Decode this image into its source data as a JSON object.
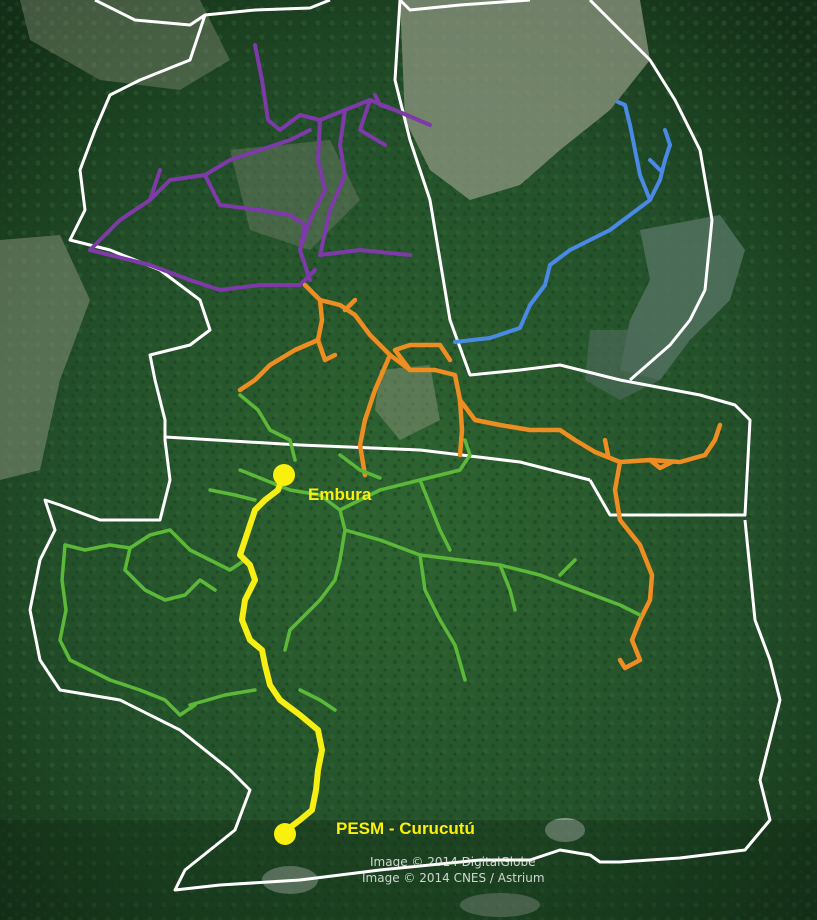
{
  "map": {
    "places": [
      {
        "id": "embura",
        "label": "Embura"
      },
      {
        "id": "pesm-curucutu",
        "label": "PESM - Curucutú"
      }
    ],
    "attribution": [
      "Image © 2014 DigitalGlobe",
      "Image © 2014 CNES / Astrium"
    ],
    "colors": {
      "boundary": "#ffffff",
      "purple_trails": "#7d3aa8",
      "blue_trail": "#4a8ae6",
      "orange_trails": "#ee8d22",
      "green_trails": "#5cb838",
      "yellow_trail": "#f7ef14",
      "place_marker": "#fbef0c",
      "place_label": "#fbef0c",
      "forest_dark": "#173a1c",
      "forest": "#2a5a2c",
      "urban": "#8f9880",
      "water": "#4f6f5f"
    }
  }
}
